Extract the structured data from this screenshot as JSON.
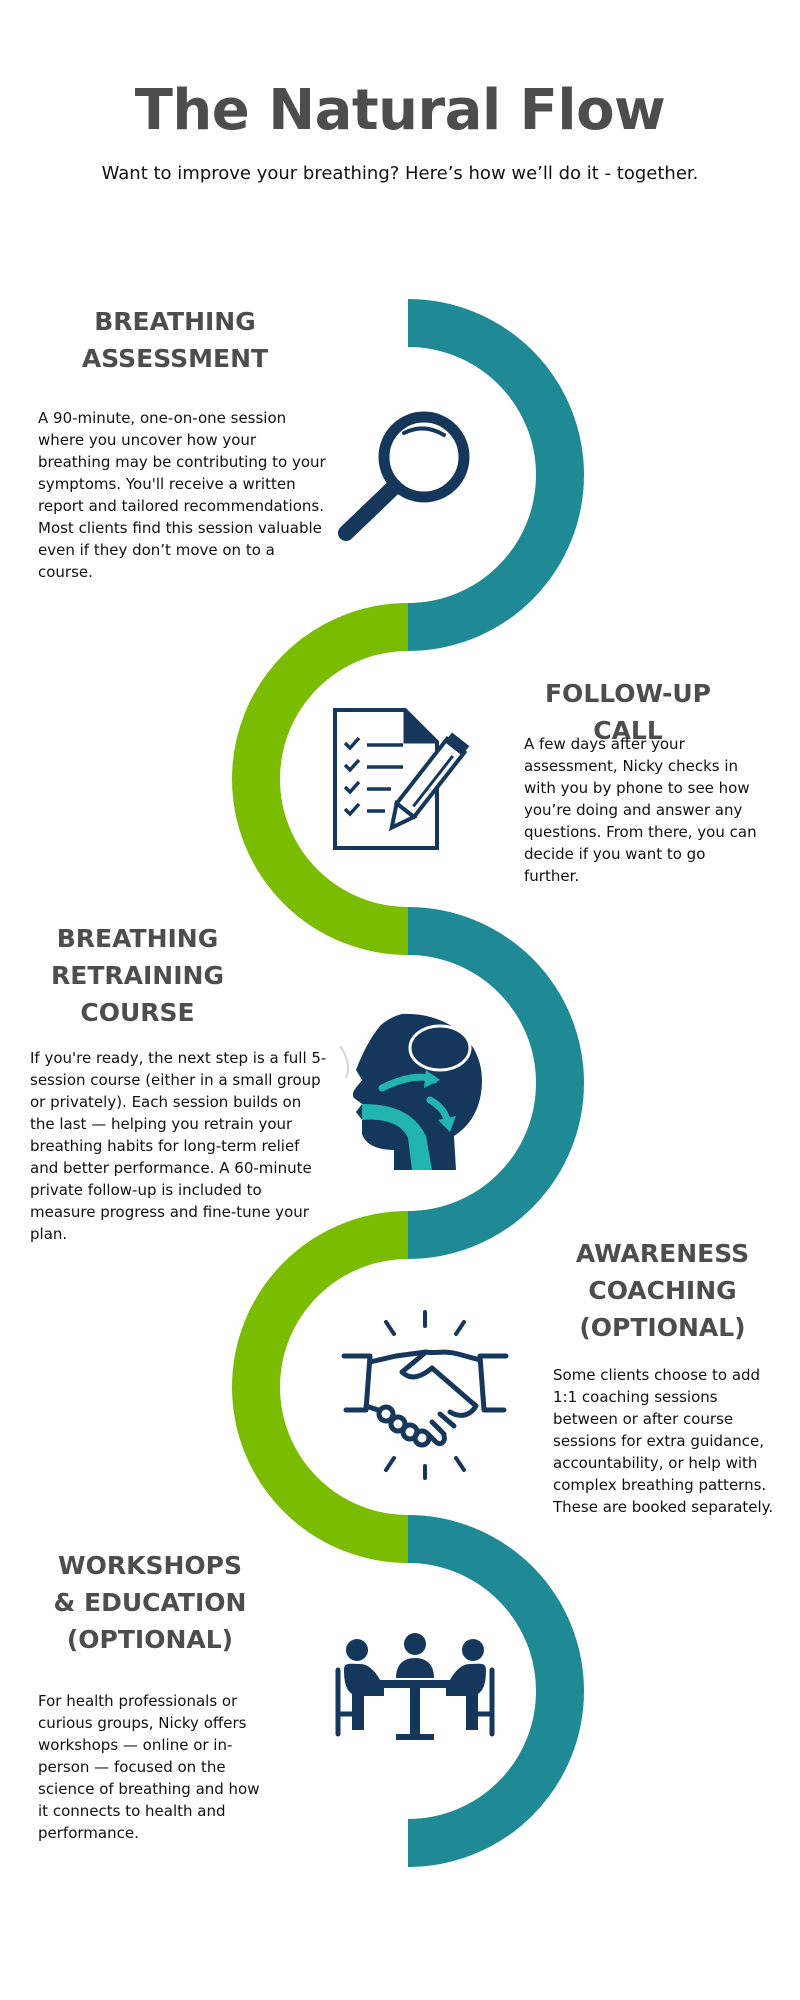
{
  "page": {
    "title": "The Natural Flow",
    "subtitle": "Want to improve your breathing? Here’s how we’ll do it - together."
  },
  "colors": {
    "teal": "#1f8a95",
    "green": "#79bc00",
    "navy": "#16375c",
    "heading": "#4d4d4d"
  },
  "steps": [
    {
      "heading": "BREATHING ASSESSMENT",
      "body": "A 90-minute, one-on-one session where you uncover how your breathing may be contributing to your symptoms. You'll receive a written report and tailored recommendations. Most clients find this session valuable even if they don’t move on to a course.",
      "icon": "magnifying-glass-icon"
    },
    {
      "heading": "FOLLOW-UP CALL",
      "body": "A few days after your assessment, Nicky checks in with you by phone to see how you’re doing and answer any questions. From there, you can decide if you want to go further.",
      "icon": "checklist-pen-icon"
    },
    {
      "heading": "BREATHING RETRAINING COURSE",
      "body": "If you're ready, the next step is a full 5-session course (either in a small group or privately). Each session builds on the last — helping you retrain your breathing habits for long-term relief and better performance. A 60-minute private follow-up is included to measure progress and fine-tune your plan.",
      "icon": "head-airway-icon"
    },
    {
      "heading": "AWARENESS COACHING (OPTIONAL)",
      "body": "Some clients choose to add 1:1 coaching sessions between or after course sessions for extra guidance, accountability, or help with complex breathing patterns. These are booked separately.",
      "icon": "handshake-icon"
    },
    {
      "heading": "WORKSHOPS & EDUCATION (OPTIONAL)",
      "body": "For health professionals or curious groups, Nicky offers workshops — online or in-person — focused on the science of breathing and how it connects to health and performance.",
      "icon": "meeting-group-icon"
    }
  ]
}
